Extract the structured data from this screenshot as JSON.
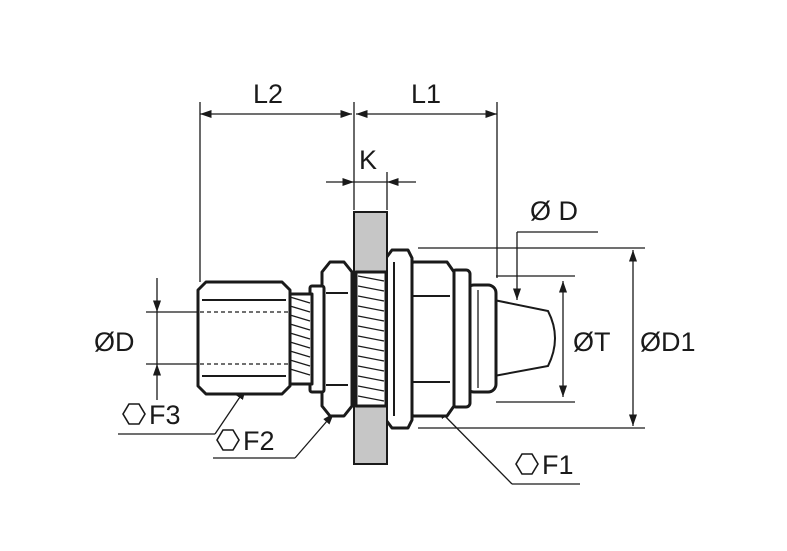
{
  "colors": {
    "line": "#1a1a1a",
    "panel": "#c6c6c6",
    "background": "#ffffff"
  },
  "labels": {
    "l2": "L2",
    "l1": "L1",
    "k": "K",
    "d_top": "Ø D",
    "d_left": "ØD",
    "t": "ØT",
    "d1": "ØD1",
    "f3": "F3",
    "f2": "F2",
    "f1": "F1"
  },
  "icons": {
    "hex": "hexagon-icon"
  }
}
